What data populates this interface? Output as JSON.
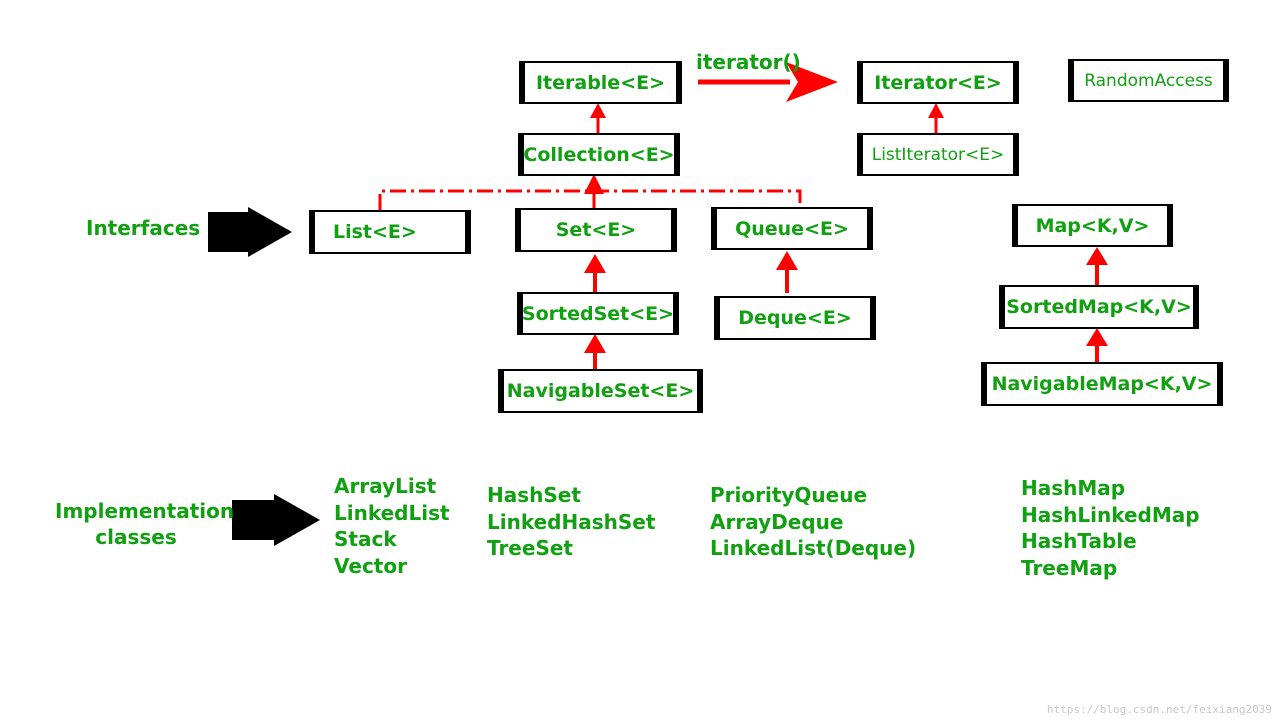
{
  "labels": {
    "interfaces": "Interfaces",
    "implementation": "Implementation\nclasses",
    "iterator_method": "iterator()"
  },
  "nodes": {
    "iterable": "Iterable<E>",
    "iterator": "Iterator<E>",
    "random_access": "RandomAccess",
    "collection": "Collection<E>",
    "list_iterator": "ListIterator<E>",
    "list": "List<E>",
    "set": "Set<E>",
    "queue": "Queue<E>",
    "map": "Map<K,V>",
    "sorted_set": "SortedSet<E>",
    "deque": "Deque<E>",
    "sorted_map": "SortedMap<K,V>",
    "navigable_set": "NavigableSet<E>",
    "navigable_map": "NavigableMap<K,V>"
  },
  "implementations": {
    "list": [
      "ArrayList",
      "LinkedList",
      "Stack",
      "Vector"
    ],
    "set": [
      "HashSet",
      "LinkedHashSet",
      "TreeSet"
    ],
    "queue": [
      "PriorityQueue",
      "ArrayDeque",
      "LinkedList(Deque)"
    ],
    "map": [
      "HashMap",
      "HashLinkedMap",
      "HashTable",
      "TreeMap"
    ]
  },
  "watermark": "https://blog.csdn.net/feixiang2039",
  "colors": {
    "text": "#11a011",
    "arrow": "#ff0000",
    "border": "#000000"
  }
}
